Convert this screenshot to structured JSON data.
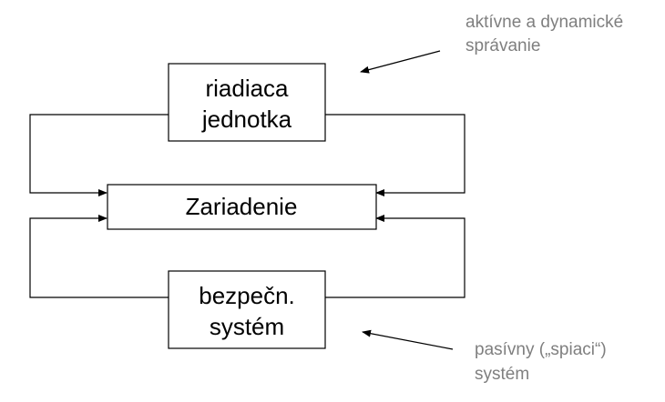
{
  "blocks": {
    "control_unit": {
      "line1": "riadiaca",
      "line2": "jednotka"
    },
    "device": {
      "label": "Zariadenie"
    },
    "safety_system": {
      "line1": "bezpečn.",
      "line2": "systém"
    }
  },
  "annotations": {
    "top": {
      "line1": "aktívne a dynamické",
      "line2": "správanie"
    },
    "bottom": {
      "line1": "pasívny („spiaci“)",
      "line2": "systém"
    }
  },
  "colors": {
    "annotation_text": "#7f7f7f",
    "lines": "#000000"
  }
}
